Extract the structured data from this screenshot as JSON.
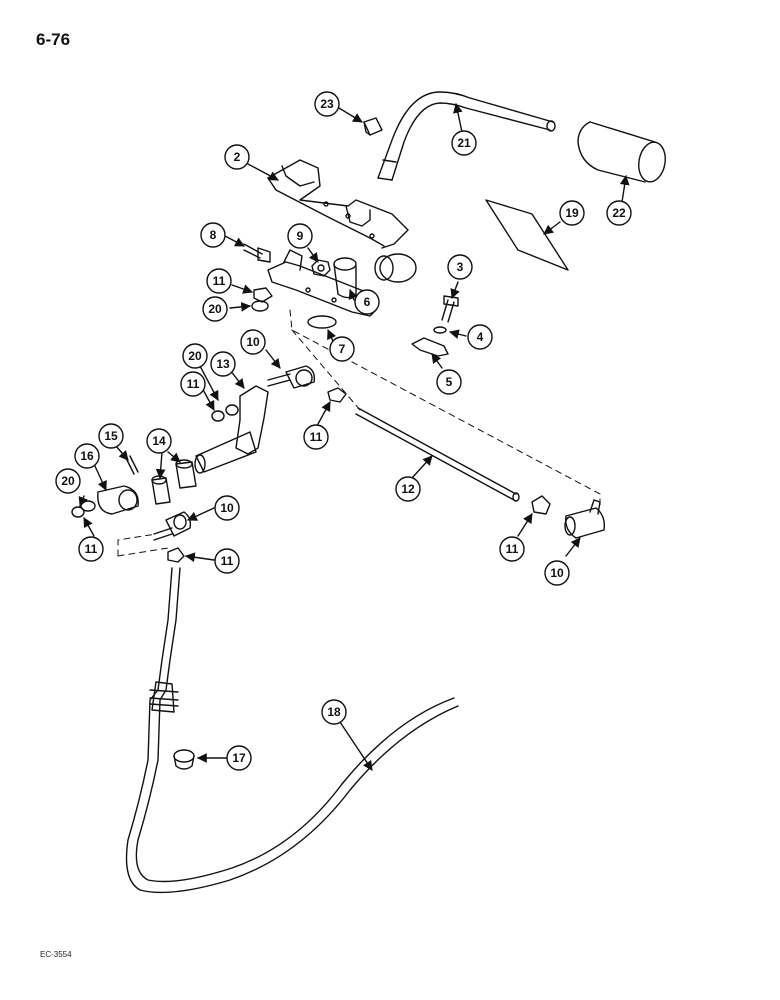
{
  "page_number": "6-76",
  "figure_code": "EC-3554",
  "callouts": [
    {
      "id": "c23",
      "label": "23"
    },
    {
      "id": "c21",
      "label": "21"
    },
    {
      "id": "c2",
      "label": "2"
    },
    {
      "id": "c22",
      "label": "22"
    },
    {
      "id": "c19",
      "label": "19"
    },
    {
      "id": "c8",
      "label": "8"
    },
    {
      "id": "c9",
      "label": "9"
    },
    {
      "id": "c3",
      "label": "3"
    },
    {
      "id": "c11a",
      "label": "11"
    },
    {
      "id": "c20a",
      "label": "20"
    },
    {
      "id": "c6",
      "label": "6"
    },
    {
      "id": "c4",
      "label": "4"
    },
    {
      "id": "c7",
      "label": "7"
    },
    {
      "id": "c10a",
      "label": "10"
    },
    {
      "id": "c20b",
      "label": "20"
    },
    {
      "id": "c13",
      "label": "13"
    },
    {
      "id": "c5",
      "label": "5"
    },
    {
      "id": "c11b",
      "label": "11"
    },
    {
      "id": "c11c",
      "label": "11"
    },
    {
      "id": "c15",
      "label": "15"
    },
    {
      "id": "c14",
      "label": "14"
    },
    {
      "id": "c16",
      "label": "16"
    },
    {
      "id": "c12",
      "label": "12"
    },
    {
      "id": "c20c",
      "label": "20"
    },
    {
      "id": "c10b",
      "label": "10"
    },
    {
      "id": "c11d",
      "label": "11"
    },
    {
      "id": "c11e",
      "label": "11"
    },
    {
      "id": "c11f",
      "label": "11"
    },
    {
      "id": "c10c",
      "label": "10"
    },
    {
      "id": "c18",
      "label": "18"
    },
    {
      "id": "c17",
      "label": "17"
    }
  ]
}
